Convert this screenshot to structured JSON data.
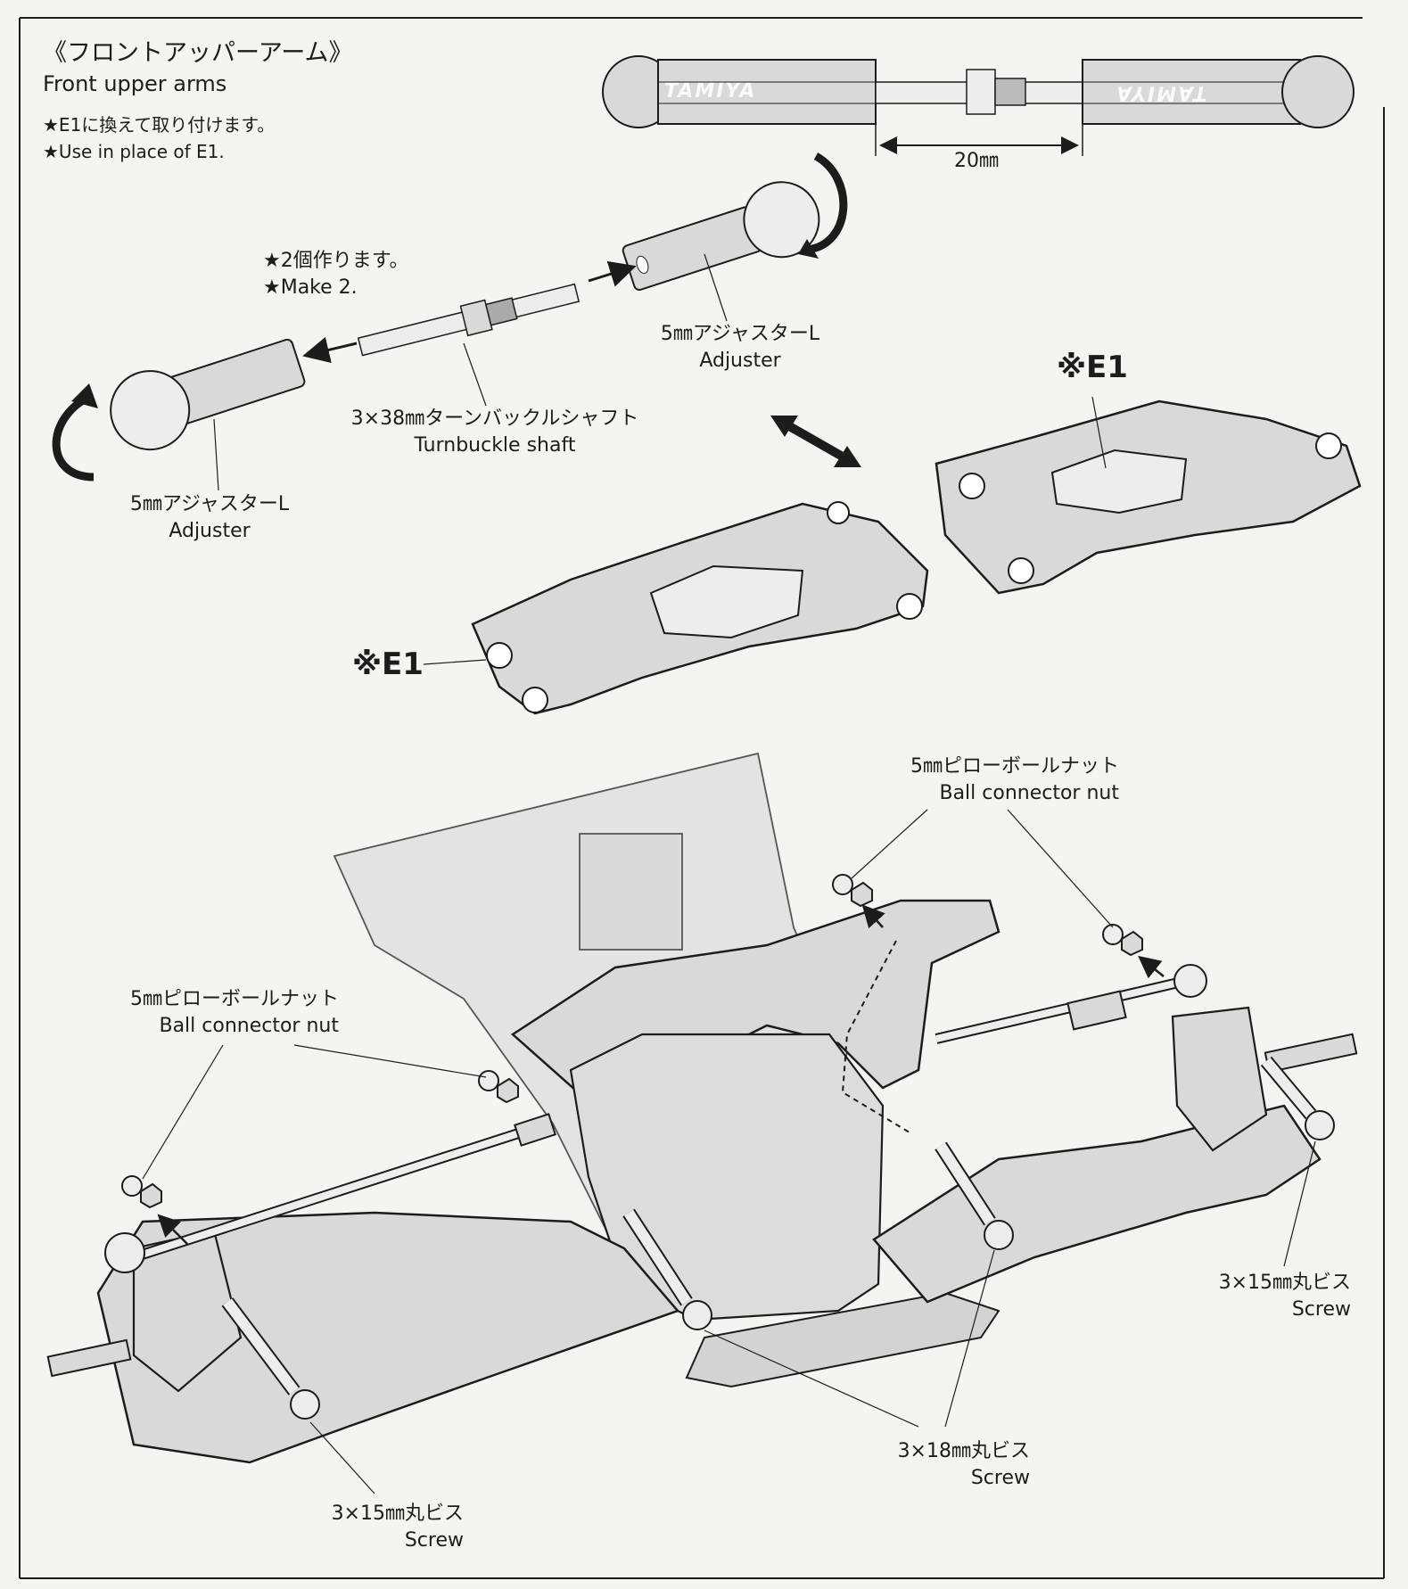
{
  "section": {
    "title_jp": "《フロントアッパーアーム》",
    "title_en": "Front upper arms",
    "note_jp": "★E1に換えて取り付けます。",
    "note_en": "★Use in place of E1."
  },
  "top_diagram": {
    "brand_left": "TAMIYA",
    "brand_right": "TAMIYA",
    "dimension": "20㎜"
  },
  "make": {
    "jp": "★2個作ります。",
    "en": "★Make 2."
  },
  "adjuster_right": {
    "jp": "5㎜アジャスターL",
    "en": "Adjuster"
  },
  "adjuster_left": {
    "jp": "5㎜アジャスターL",
    "en": "Adjuster"
  },
  "turnbuckle": {
    "jp": "3×38㎜ターンバックルシャフト",
    "en": "Turnbuckle shaft"
  },
  "e1_upper": "※E1",
  "e1_lower": "※E1",
  "ball_nut_right": {
    "jp": "5㎜ピローボールナット",
    "en": "Ball connector nut"
  },
  "ball_nut_left": {
    "jp": "5㎜ピローボールナット",
    "en": "Ball connector nut"
  },
  "screw_15_right": {
    "jp": "3×15㎜丸ビス",
    "en": "Screw"
  },
  "screw_18": {
    "jp": "3×18㎜丸ビス",
    "en": "Screw"
  },
  "screw_15_left": {
    "jp": "3×15㎜丸ビス",
    "en": "Screw"
  },
  "colors": {
    "paper": "#f4f4f2",
    "ink": "#1c1c1c",
    "part_fill": "#d9d9d9",
    "part_fill_light": "#ededed"
  }
}
